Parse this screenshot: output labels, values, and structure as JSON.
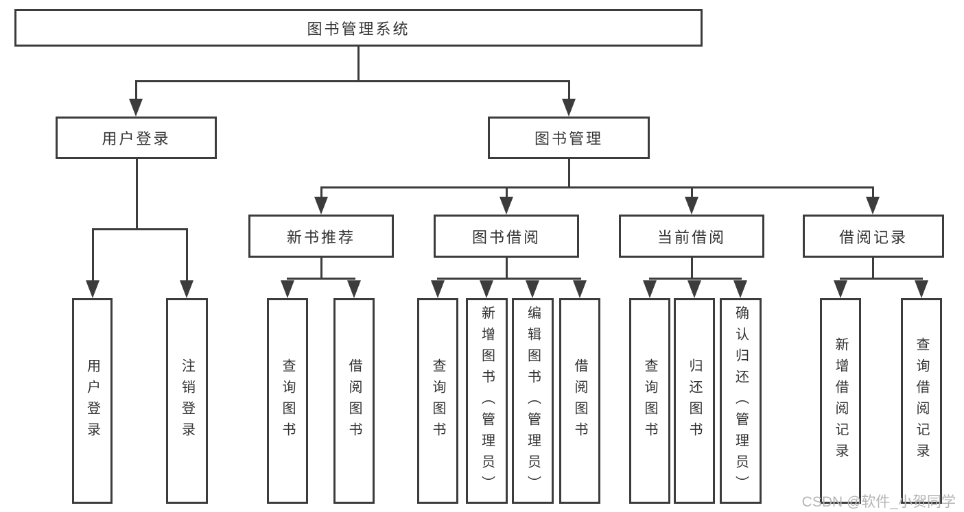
{
  "diagram_title": "图书管理系统",
  "colors": {
    "line": "#3c3c3c",
    "box_border": "#3c3c3c",
    "text": "#333333",
    "background": "#ffffff",
    "watermark": "#b5b5b5"
  },
  "tree": {
    "label": "图书管理系统",
    "children": [
      {
        "label": "用户登录",
        "children": [
          {
            "label": "用户登录"
          },
          {
            "label": "注销登录"
          }
        ]
      },
      {
        "label": "图书管理",
        "children": [
          {
            "label": "新书推荐",
            "children": [
              {
                "label": "查询图书"
              },
              {
                "label": "借阅图书"
              }
            ]
          },
          {
            "label": "图书借阅",
            "children": [
              {
                "label": "查询图书"
              },
              {
                "label": "新增图书（管理员）"
              },
              {
                "label": "编辑图书（管理员）"
              },
              {
                "label": "借阅图书"
              }
            ]
          },
          {
            "label": "当前借阅",
            "children": [
              {
                "label": "查询图书"
              },
              {
                "label": "归还图书"
              },
              {
                "label": "确认归还（管理员）"
              }
            ]
          },
          {
            "label": "借阅记录",
            "children": [
              {
                "label": "新增借阅记录"
              },
              {
                "label": "查询借阅记录"
              }
            ]
          }
        ]
      }
    ]
  },
  "watermark": {
    "text": "CSDN @软件_小贺同学"
  }
}
